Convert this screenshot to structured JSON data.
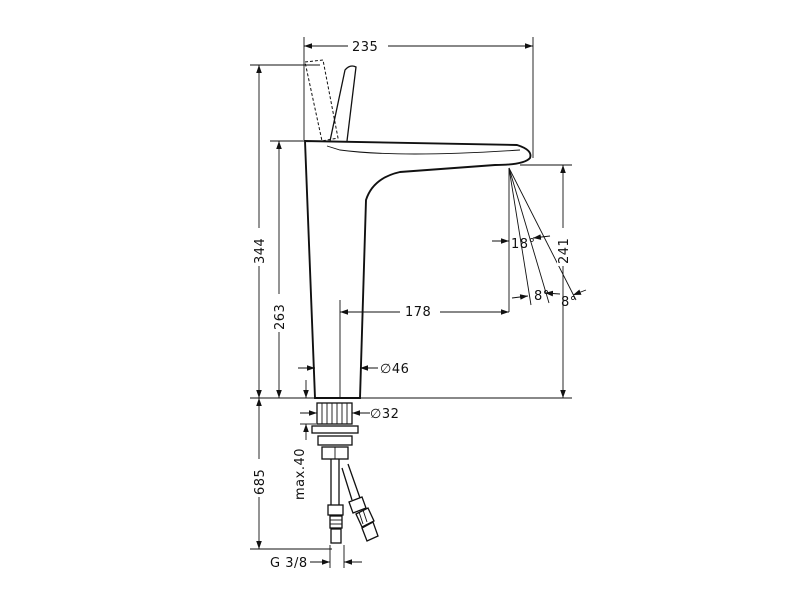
{
  "dimensions": {
    "overall_reach": "235",
    "total_height": "344",
    "body_height": "263",
    "spout_height": "241",
    "spout_reach": "178",
    "body_diameter": "∅46",
    "thread_diameter": "∅32",
    "mounting_depth": "685",
    "max_worktop": "max.40",
    "connection_thread": "G 3/8"
  },
  "angles": {
    "primary": "18°",
    "secondary": "8°",
    "tertiary": "8°"
  }
}
